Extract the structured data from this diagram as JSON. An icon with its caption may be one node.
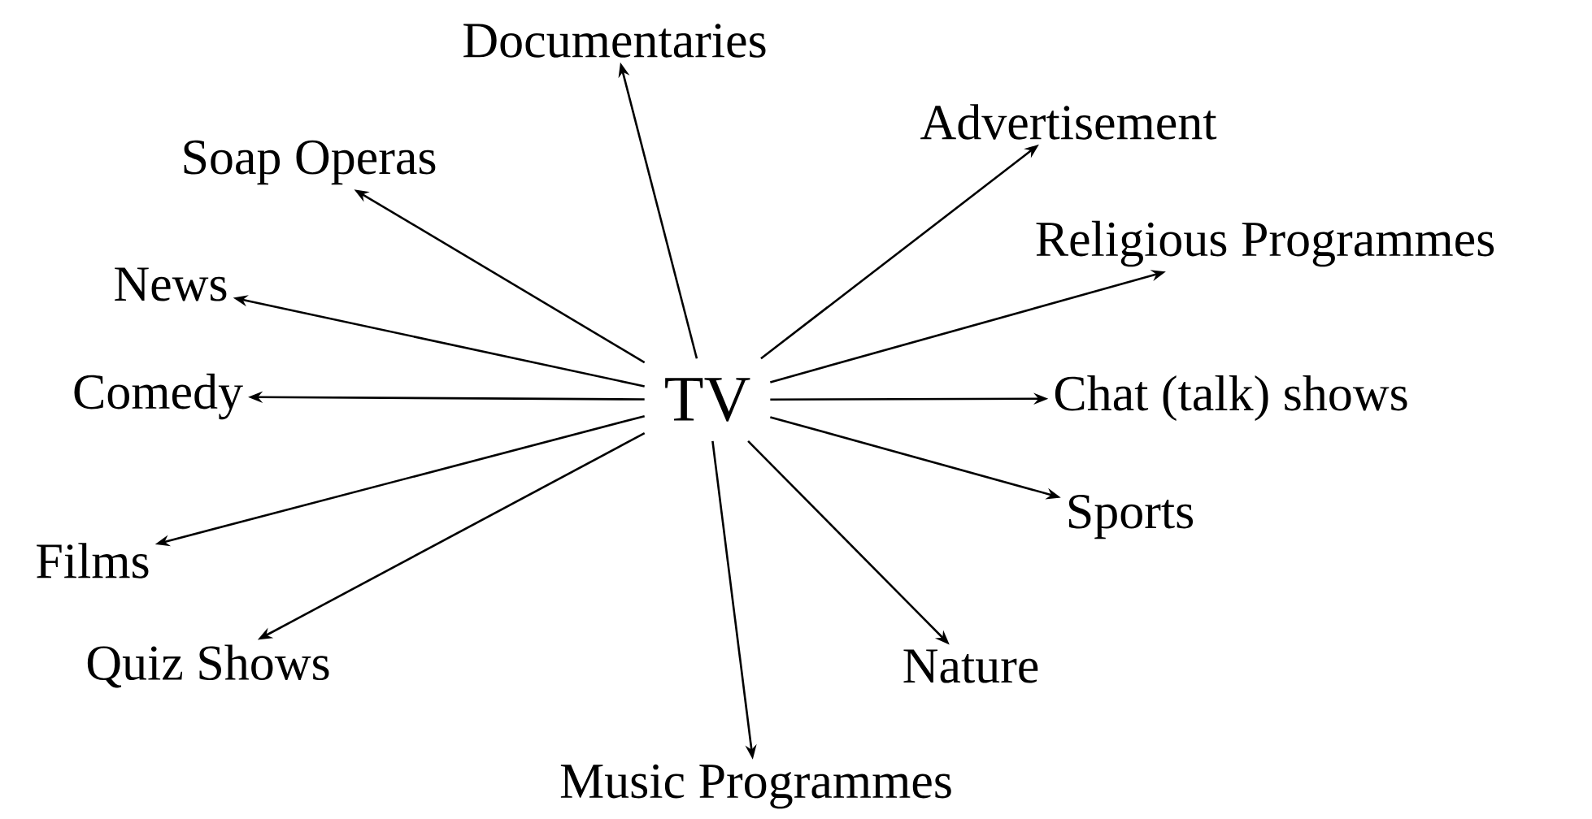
{
  "diagram": {
    "nodes": [
      {
        "text": [
          "TV"
        ]
      },
      {
        "text": [
          "Documentaries"
        ]
      },
      {
        "text": [
          "Soap Operas"
        ]
      },
      {
        "text": [
          "Advertisement"
        ]
      },
      {
        "text": [
          "News"
        ]
      },
      {
        "text": [
          "Religious Programmes"
        ]
      },
      {
        "text": [
          "Comedy"
        ]
      },
      {
        "text": [
          "Chat (talk) shows"
        ]
      },
      {
        "text": [
          "Films"
        ]
      },
      {
        "text": [
          "Sports"
        ]
      },
      {
        "text": [
          "Quiz Shows"
        ]
      },
      {
        "text": [
          "Nature"
        ]
      },
      {
        "text": [
          "Music Programmes"
        ]
      }
    ],
    "edges": [
      {
        "from": 0,
        "to": 1,
        "arrow": "to"
      },
      {
        "from": 0,
        "to": 2,
        "arrow": "to"
      },
      {
        "from": 0,
        "to": 3,
        "arrow": "to"
      },
      {
        "from": 0,
        "to": 4,
        "arrow": "to"
      },
      {
        "from": 0,
        "to": 5,
        "arrow": "to"
      },
      {
        "from": 0,
        "to": 6,
        "arrow": "to"
      },
      {
        "from": 0,
        "to": 7,
        "arrow": "to"
      },
      {
        "from": 0,
        "to": 8,
        "arrow": "to"
      },
      {
        "from": 0,
        "to": 9,
        "arrow": "to"
      },
      {
        "from": 0,
        "to": 10,
        "arrow": "to"
      },
      {
        "from": 0,
        "to": 11,
        "arrow": "to"
      },
      {
        "from": 0,
        "to": 12,
        "arrow": "to"
      }
    ]
  }
}
